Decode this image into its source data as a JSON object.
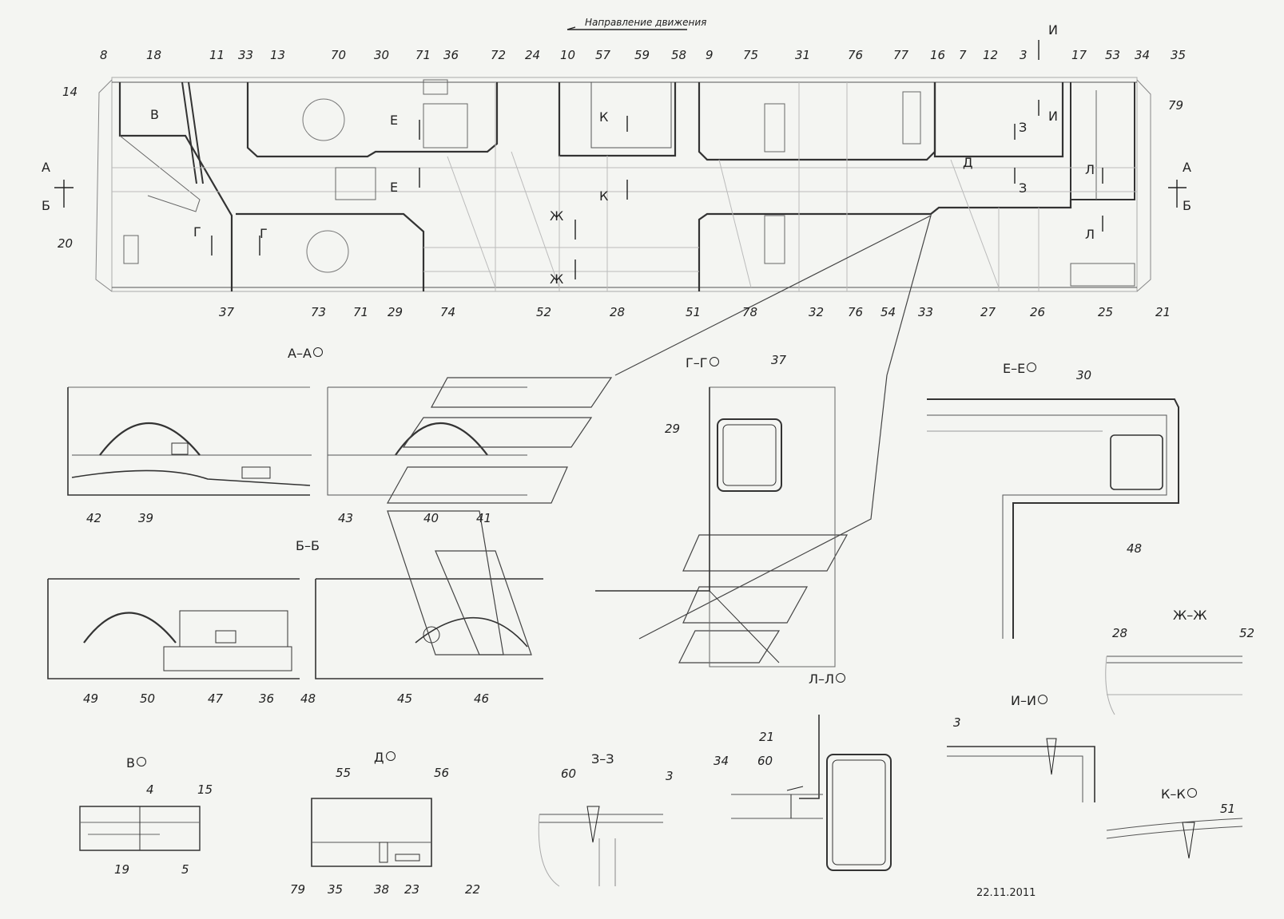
{
  "direction_label": "Направление движения",
  "date": "22.11.2011",
  "main_view": {
    "top_numbers": [
      "8",
      "18",
      "11",
      "33",
      "13",
      "70",
      "30",
      "71",
      "36",
      "72",
      "24",
      "10",
      "57",
      "59",
      "58",
      "9",
      "75",
      "31",
      "76",
      "77",
      "16",
      "7",
      "12",
      "3",
      "17",
      "53",
      "34",
      "35"
    ],
    "bottom_numbers": [
      "37",
      "73",
      "71",
      "29",
      "74",
      "52",
      "28",
      "51",
      "78",
      "32",
      "76",
      "54",
      "33",
      "27",
      "26",
      "25",
      "21"
    ],
    "side_numbers": [
      "14",
      "20",
      "79"
    ],
    "cut_letters": [
      "А",
      "Б",
      "В",
      "Г",
      "Д",
      "Е",
      "Ж",
      "И",
      "К",
      "Л",
      "З"
    ]
  },
  "sections": {
    "aa": {
      "title": "А–А",
      "numbers": [
        "42",
        "39",
        "43",
        "40",
        "41"
      ]
    },
    "bb": {
      "title": "Б–Б",
      "numbers": [
        "49",
        "50",
        "47",
        "36",
        "48",
        "45",
        "46"
      ]
    },
    "gg": {
      "title": "Г–Г",
      "numbers": [
        "37",
        "29"
      ]
    },
    "ee": {
      "title": "Е–Е",
      "numbers": [
        "30",
        "48"
      ]
    },
    "zhzh": {
      "title": "Ж–Ж",
      "numbers": [
        "28",
        "52"
      ]
    },
    "ll": {
      "title": "Л–Л",
      "numbers": [
        "21",
        "60",
        "34"
      ]
    },
    "ii": {
      "title": "И–И",
      "numbers": [
        "3"
      ]
    },
    "kk": {
      "title": "К–К",
      "numbers": [
        "51"
      ]
    },
    "zz": {
      "title": "З–З",
      "numbers": [
        "60",
        "3"
      ]
    },
    "v": {
      "title": "В",
      "numbers": [
        "4",
        "15",
        "19",
        "5"
      ]
    },
    "d": {
      "title": "Д",
      "numbers": [
        "55",
        "56",
        "79",
        "35",
        "38",
        "23",
        "22"
      ]
    }
  }
}
